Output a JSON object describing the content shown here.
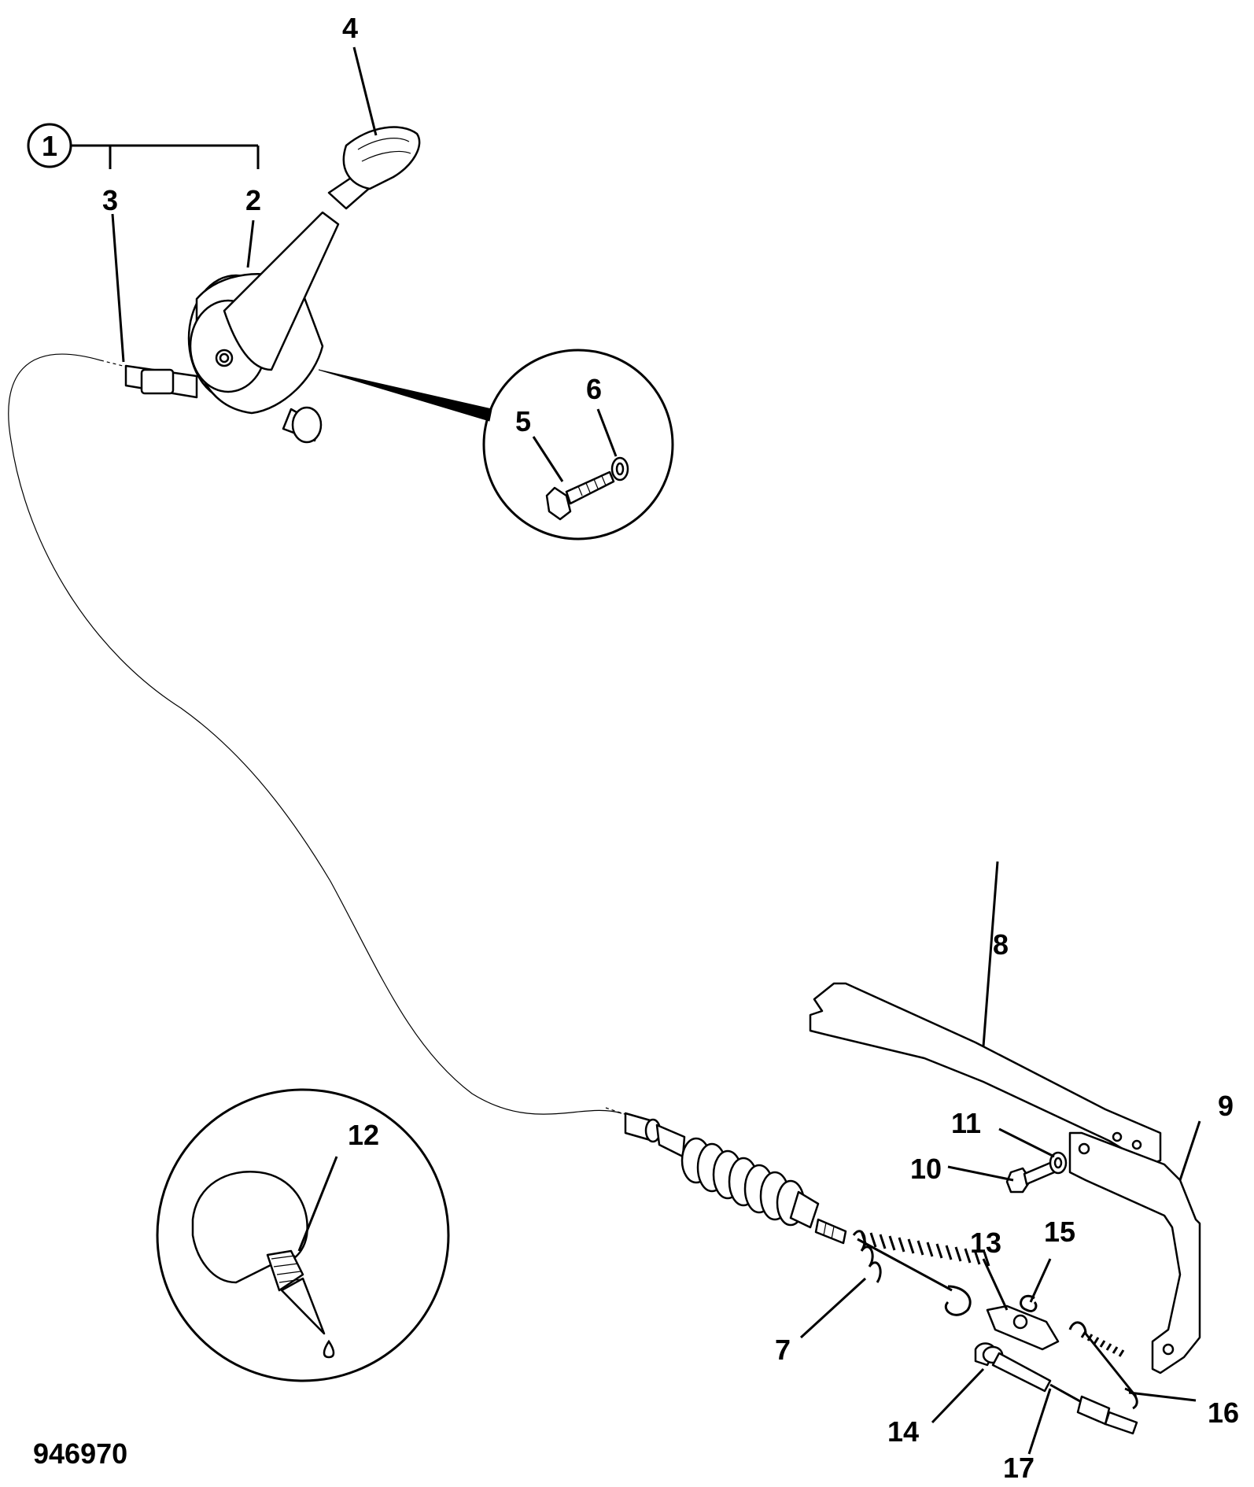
{
  "figure_id": "946970",
  "callouts": {
    "c1": "1",
    "c2": "2",
    "c3": "3",
    "c4": "4",
    "c5": "5",
    "c6": "6",
    "c7": "7",
    "c8": "8",
    "c9": "9",
    "c10": "10",
    "c11": "11",
    "c12": "12",
    "c13": "13",
    "c14": "14",
    "c15": "15",
    "c16": "16",
    "c17": "17"
  }
}
